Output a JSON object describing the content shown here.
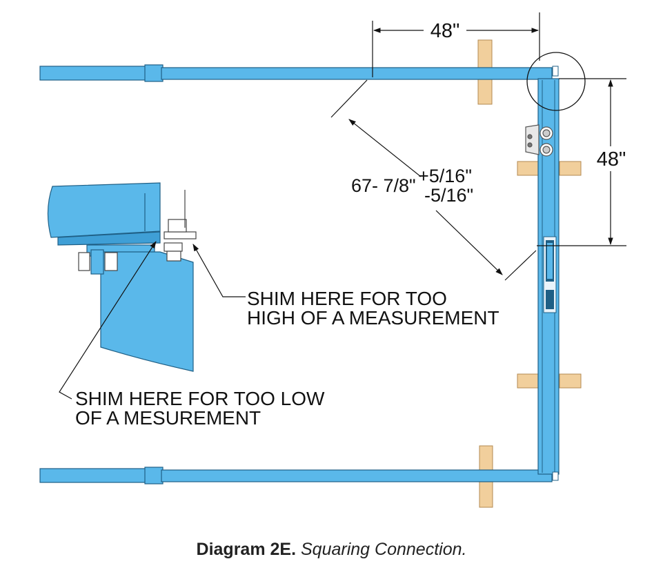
{
  "dimensions": {
    "top_width": "48\"",
    "side_height": "48\"",
    "diagonal_nominal": "67- 7/8\"",
    "tolerance_plus": "+5/16\"",
    "tolerance_minus": "-5/16\""
  },
  "notes": {
    "high_line1": "SHIM HERE FOR TOO",
    "high_line2": "HIGH OF A MEASUREMENT",
    "low_line1": "SHIM HERE FOR TOO LOW",
    "low_line2": "OF A MESUREMENT"
  },
  "caption": {
    "label": "Diagram 2E.",
    "title": "Squaring Connection."
  },
  "colors": {
    "steel_blue": "#5ab8ea",
    "steel_edge": "#1f5f85",
    "wood": "#f1cf9c",
    "wood_edge": "#b38a52",
    "line": "#111111"
  }
}
